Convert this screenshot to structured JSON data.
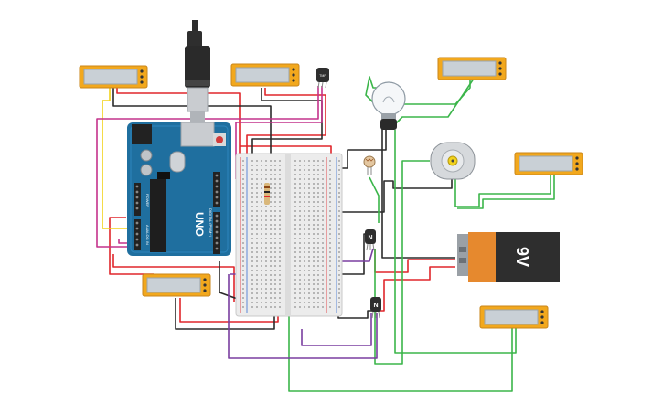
{
  "canvas": {
    "background": "#ffffff"
  },
  "colors": {
    "wire_red": "#e0262b",
    "wire_black": "#2b2b2b",
    "wire_green": "#3bb54a",
    "wire_yellow": "#f2d21b",
    "wire_magenta": "#c4328c",
    "wire_purple": "#7a3ea0",
    "arduino_blue": "#1f6f9f",
    "lcd_frame": "#f2a81d",
    "lcd_screen": "#c9d0d6",
    "battery_orange": "#e6892e",
    "battery_black": "#2e2e2e"
  },
  "arduino": {
    "brand_text": "UNO",
    "digital_label": "DIGITAL (PWM~)",
    "power_label": "POWER",
    "analog_label": "ANALOG IN"
  },
  "battery": {
    "label": "9V"
  },
  "transistors": [
    {
      "id": "q1",
      "label": "N"
    },
    {
      "id": "q2",
      "label": "N"
    }
  ],
  "components": {
    "sensor_label": "TMP",
    "lamp": "lightbulb-icon",
    "motor": "dc-motor-icon",
    "photoresistor": "photoresistor-icon",
    "usb": "usb-cable-icon"
  }
}
